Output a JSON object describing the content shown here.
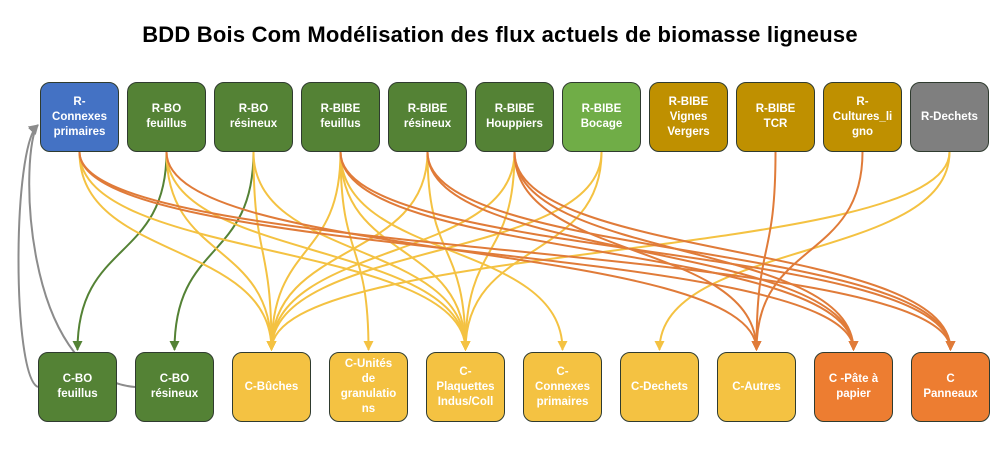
{
  "title": "BDD Bois Com Modélisation des flux actuels de biomasse ligneuse",
  "sources": [
    {
      "id": "r-connexes-primaires",
      "label": "R-\nConnexes\nprimaires",
      "color": "#4472c4"
    },
    {
      "id": "r-bo-feuillus",
      "label": "R-BO\nfeuillus",
      "color": "#548235"
    },
    {
      "id": "r-bo-resineux",
      "label": "R-BO\nrésineux",
      "color": "#548235"
    },
    {
      "id": "r-bibe-feuillus",
      "label": "R-BIBE\nfeuillus",
      "color": "#548235"
    },
    {
      "id": "r-bibe-resineux",
      "label": "R-BIBE\nrésineux",
      "color": "#548235"
    },
    {
      "id": "r-bibe-houppiers",
      "label": "R-BIBE\nHouppiers",
      "color": "#548235"
    },
    {
      "id": "r-bibe-bocage",
      "label": "R-BIBE\nBocage",
      "color": "#70ad47"
    },
    {
      "id": "r-bibe-vignes-vergers",
      "label": "R-BIBE\nVignes\nVergers",
      "color": "#bf9000"
    },
    {
      "id": "r-bibe-tcr",
      "label": "R-BIBE\nTCR",
      "color": "#bf9000"
    },
    {
      "id": "r-cultures-ligno",
      "label": "R-\nCultures_li\ngno",
      "color": "#bf9000"
    },
    {
      "id": "r-dechets",
      "label": "R-Dechets",
      "color": "#7f7f7f"
    }
  ],
  "targets": [
    {
      "id": "c-bo-feuillus",
      "label": "C-BO\nfeuillus",
      "color": "#548235"
    },
    {
      "id": "c-bo-resineux",
      "label": "C-BO\nrésineux",
      "color": "#548235"
    },
    {
      "id": "c-buches",
      "label": "C-Bûches",
      "color": "#f4c242"
    },
    {
      "id": "c-unites-granulations",
      "label": "C-Unités\nde\ngranulatio\nns",
      "color": "#f4c242"
    },
    {
      "id": "c-plaquettes",
      "label": "C-\nPlaquettes\nIndus/Coll",
      "color": "#f4c242"
    },
    {
      "id": "c-connexes-primaires",
      "label": "C-\nConnexes\nprimaires",
      "color": "#f4c242"
    },
    {
      "id": "c-dechets",
      "label": "C-Dechets",
      "color": "#f4c242"
    },
    {
      "id": "c-autres",
      "label": "C-Autres",
      "color": "#f4c242"
    },
    {
      "id": "c-pate-a-papier",
      "label": "C -Pâte à\npapier",
      "color": "#ed7d31"
    },
    {
      "id": "c-panneaux",
      "label": "C\nPanneaux",
      "color": "#ed7d31"
    }
  ],
  "links": [
    {
      "from": 1,
      "to": 0,
      "color": "#548235"
    },
    {
      "from": 2,
      "to": 1,
      "color": "#548235"
    },
    {
      "from": 0,
      "to": 2,
      "color": "#f4c242"
    },
    {
      "from": 0,
      "to": 4,
      "color": "#f4c242"
    },
    {
      "from": 1,
      "to": 2,
      "color": "#f4c242"
    },
    {
      "from": 1,
      "to": 4,
      "color": "#f4c242"
    },
    {
      "from": 2,
      "to": 2,
      "color": "#f4c242"
    },
    {
      "from": 2,
      "to": 4,
      "color": "#f4c242"
    },
    {
      "from": 3,
      "to": 2,
      "color": "#f4c242"
    },
    {
      "from": 3,
      "to": 3,
      "color": "#f4c242"
    },
    {
      "from": 3,
      "to": 4,
      "color": "#f4c242"
    },
    {
      "from": 3,
      "to": 5,
      "color": "#f4c242"
    },
    {
      "from": 4,
      "to": 2,
      "color": "#f4c242"
    },
    {
      "from": 4,
      "to": 4,
      "color": "#f4c242"
    },
    {
      "from": 5,
      "to": 2,
      "color": "#f4c242"
    },
    {
      "from": 5,
      "to": 4,
      "color": "#f4c242"
    },
    {
      "from": 6,
      "to": 2,
      "color": "#f4c242"
    },
    {
      "from": 6,
      "to": 4,
      "color": "#f4c242"
    },
    {
      "from": 10,
      "to": 2,
      "color": "#f4c242"
    },
    {
      "from": 10,
      "to": 6,
      "color": "#f4c242"
    },
    {
      "from": 0,
      "to": 8,
      "color": "#e07b39"
    },
    {
      "from": 0,
      "to": 9,
      "color": "#e07b39"
    },
    {
      "from": 3,
      "to": 8,
      "color": "#e07b39"
    },
    {
      "from": 3,
      "to": 9,
      "color": "#e07b39"
    },
    {
      "from": 4,
      "to": 8,
      "color": "#e07b39"
    },
    {
      "from": 4,
      "to": 9,
      "color": "#e07b39"
    },
    {
      "from": 5,
      "to": 7,
      "color": "#e07b39"
    },
    {
      "from": 5,
      "to": 8,
      "color": "#e07b39"
    },
    {
      "from": 5,
      "to": 9,
      "color": "#e07b39"
    },
    {
      "from": 8,
      "to": 7,
      "color": "#e07b39"
    },
    {
      "from": 9,
      "to": 7,
      "color": "#e07b39"
    },
    {
      "from": 1,
      "to": 7,
      "color": "#e07b39"
    }
  ],
  "feedback_links": [
    {
      "from_target": 0,
      "to_source": 0,
      "color": "#8c8c8c"
    },
    {
      "from_target": 1,
      "to_source": 0,
      "color": "#8c8c8c"
    }
  ]
}
